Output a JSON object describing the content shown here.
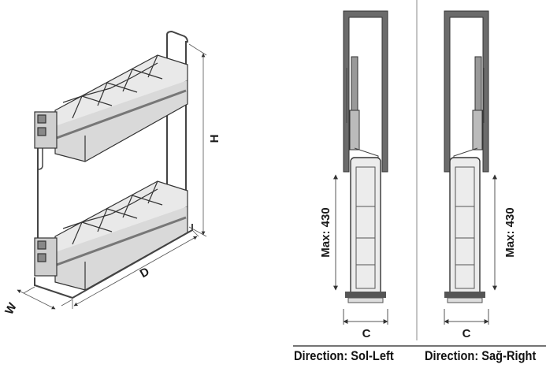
{
  "perspective_view": {
    "labels": {
      "height": "H",
      "width": "W",
      "depth": "D"
    }
  },
  "side_view_left": {
    "extension_label": "Max: 430",
    "cabinet_label": "C",
    "direction": "Direction: Sol-Left"
  },
  "side_view_right": {
    "extension_label": "Max: 430",
    "cabinet_label": "C",
    "direction": "Direction: Sağ-Right"
  },
  "colors": {
    "cabinet": "#6b6b6b",
    "frame": "#555555",
    "basket": "#8a8a8a",
    "line": "#222222",
    "dimension": "#444444"
  }
}
